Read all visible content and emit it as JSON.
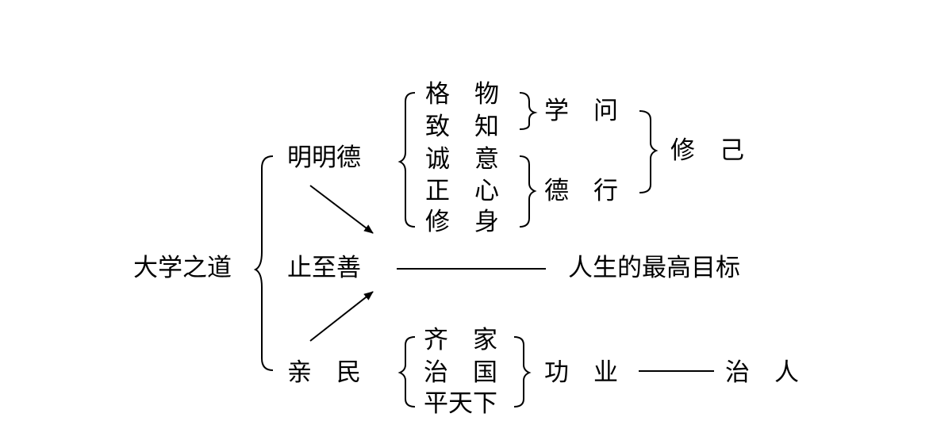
{
  "root": "大学之道",
  "branches": {
    "mingmingde": "明明德",
    "zhizhishan": "止至善",
    "qinmin": "亲　民"
  },
  "mingmingde_items": [
    "格　物",
    "致　知",
    "诚　意",
    "正　心",
    "修　身"
  ],
  "xuewen": "学　问",
  "dexing": "德　行",
  "xiuji": "修　己",
  "goal": "人生的最高目标",
  "qinmin_items": [
    "齐　家",
    "治　国",
    "平天下"
  ],
  "gongye": "功　业",
  "zhiren": "治　人"
}
